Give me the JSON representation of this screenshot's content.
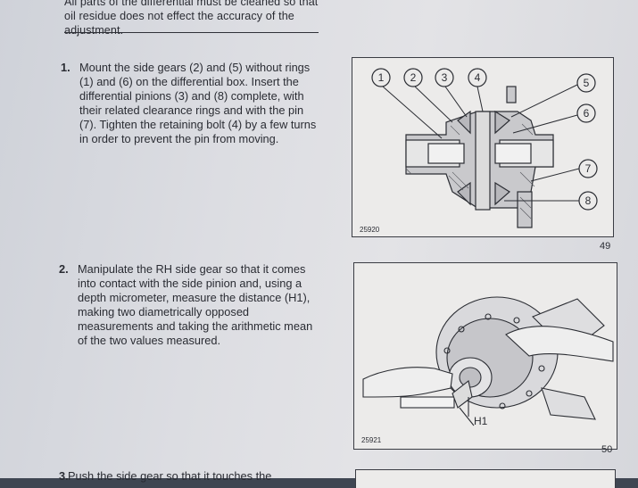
{
  "top_note": "All parts of the differential must be cleaned so that oil residue does not effect the accuracy of the adjustment.",
  "steps": [
    {
      "number": "1.",
      "text": "Mount the side gears (2) and (5) without rings (1) and (6) on the differential box. Insert the differential pinions (3) and (8) complete, with their related clearance rings and with the pin (7). Tighten the retaining bolt (4) by a few turns in order to prevent the pin from moving."
    },
    {
      "number": "2.",
      "text": "Manipulate the RH side gear so that it comes into contact with the side pinion and, using a depth micrometer, measure the distance (H1), making two diametrically opposed measurements and taking the arithmetic mean of the two values measured."
    },
    {
      "number": "3.",
      "text": "Push the side gear so that it touches the"
    }
  ],
  "figures": [
    {
      "code": "25920",
      "page_label": "49",
      "callouts": [
        "1",
        "2",
        "3",
        "4",
        "5",
        "6",
        "7",
        "8"
      ]
    },
    {
      "code": "25921",
      "page_label": "50",
      "label": "H1"
    }
  ]
}
